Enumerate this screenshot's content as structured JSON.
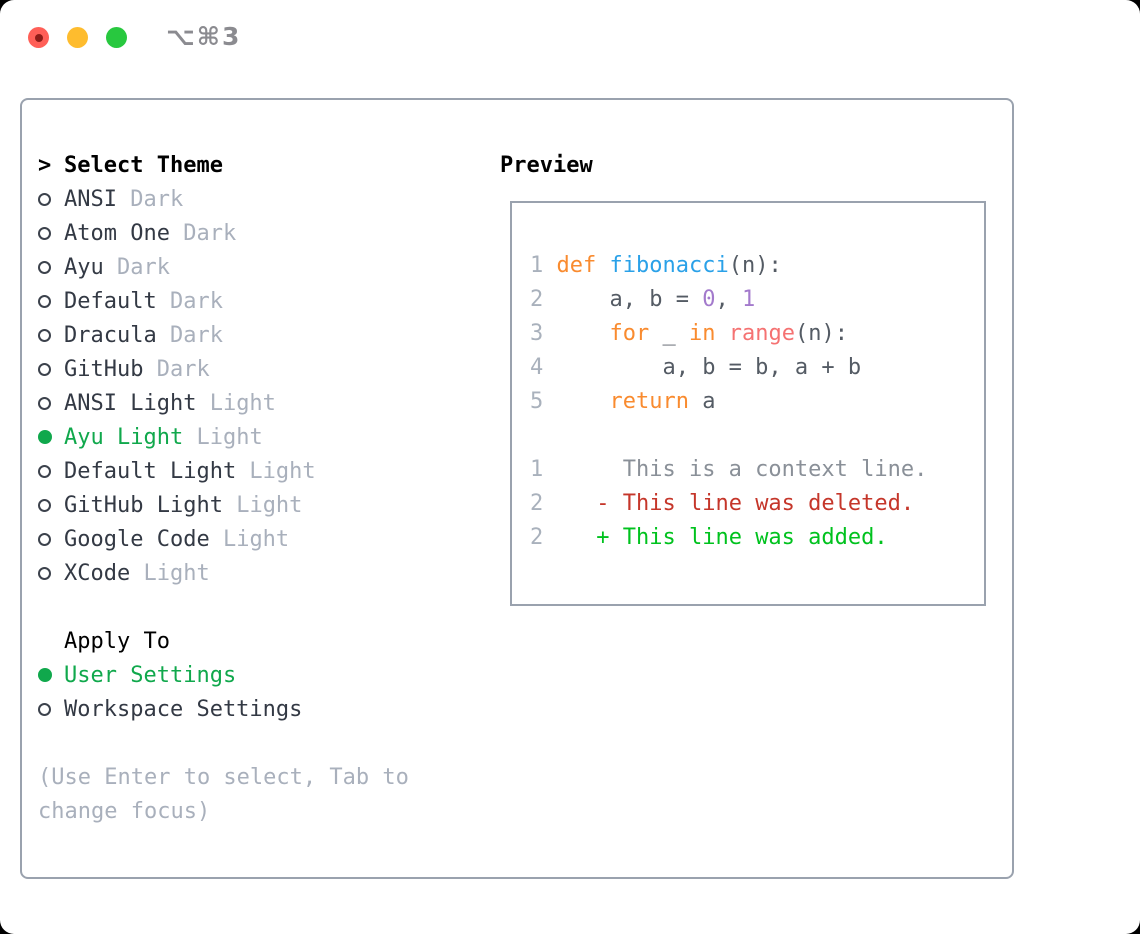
{
  "window": {
    "title": "⌥⌘3"
  },
  "titlebar": {
    "lights": [
      {
        "name": "close",
        "color": "#ff5f57",
        "dot": "#8e1d18"
      },
      {
        "name": "minimize",
        "color": "#febc2e",
        "dot": null
      },
      {
        "name": "zoom",
        "color": "#28c83f",
        "dot": null
      }
    ],
    "title_color": "#8b8b90"
  },
  "left_panel": {
    "header": {
      "cursor": ">",
      "label": "Select Theme"
    },
    "themes": [
      {
        "name": "ANSI",
        "variant": "Dark",
        "selected": false
      },
      {
        "name": "Atom One",
        "variant": "Dark",
        "selected": false
      },
      {
        "name": "Ayu",
        "variant": "Dark",
        "selected": false
      },
      {
        "name": "Default",
        "variant": "Dark",
        "selected": false
      },
      {
        "name": "Dracula",
        "variant": "Dark",
        "selected": false
      },
      {
        "name": "GitHub",
        "variant": "Dark",
        "selected": false
      },
      {
        "name": "ANSI Light",
        "variant": "Light",
        "selected": false
      },
      {
        "name": "Ayu Light",
        "variant": "Light",
        "selected": true
      },
      {
        "name": "Default Light",
        "variant": "Light",
        "selected": false
      },
      {
        "name": "GitHub Light",
        "variant": "Light",
        "selected": false
      },
      {
        "name": "Google Code",
        "variant": "Light",
        "selected": false
      },
      {
        "name": "XCode",
        "variant": "Light",
        "selected": false
      }
    ],
    "apply_to": {
      "label": "Apply To",
      "options": [
        {
          "name": "User Settings",
          "selected": true
        },
        {
          "name": "Workspace Settings",
          "selected": false
        }
      ]
    },
    "hint_lines": [
      "(Use Enter to select, Tab to",
      "change focus)"
    ]
  },
  "preview": {
    "label": "Preview",
    "code_lines": [
      {
        "segments": [
          {
            "t": "1 ",
            "c": "lineno"
          },
          {
            "t": "def",
            "c": "keyword"
          },
          {
            "t": " ",
            "c": "default"
          },
          {
            "t": "fibonacci",
            "c": "function"
          },
          {
            "t": "(n):",
            "c": "default"
          }
        ]
      },
      {
        "segments": [
          {
            "t": "2 ",
            "c": "lineno"
          },
          {
            "t": "    a, b = ",
            "c": "default"
          },
          {
            "t": "0",
            "c": "number"
          },
          {
            "t": ", ",
            "c": "default"
          },
          {
            "t": "1",
            "c": "number"
          }
        ]
      },
      {
        "segments": [
          {
            "t": "3 ",
            "c": "lineno"
          },
          {
            "t": "    ",
            "c": "default"
          },
          {
            "t": "for",
            "c": "keyword"
          },
          {
            "t": " _ ",
            "c": "default"
          },
          {
            "t": "in",
            "c": "keyword"
          },
          {
            "t": " ",
            "c": "default"
          },
          {
            "t": "range",
            "c": "builtin"
          },
          {
            "t": "(n):",
            "c": "default"
          }
        ]
      },
      {
        "segments": [
          {
            "t": "4 ",
            "c": "lineno"
          },
          {
            "t": "        a, b = b, a + b",
            "c": "default"
          }
        ]
      },
      {
        "segments": [
          {
            "t": "5 ",
            "c": "lineno"
          },
          {
            "t": "    ",
            "c": "default"
          },
          {
            "t": "return",
            "c": "keyword"
          },
          {
            "t": " a",
            "c": "default"
          }
        ]
      },
      {
        "segments": []
      },
      {
        "segments": [
          {
            "t": "1 ",
            "c": "lineno"
          },
          {
            "t": "     This is a context line.",
            "c": "context"
          }
        ]
      },
      {
        "segments": [
          {
            "t": "2 ",
            "c": "lineno"
          },
          {
            "t": "   ",
            "c": "default"
          },
          {
            "t": "- This line was deleted.",
            "c": "deleted"
          }
        ]
      },
      {
        "segments": [
          {
            "t": "2 ",
            "c": "lineno"
          },
          {
            "t": "   ",
            "c": "default"
          },
          {
            "t": "+ This line was added.",
            "c": "added"
          }
        ]
      }
    ]
  },
  "colors": {
    "panel_border": "#9aa2ae",
    "header_text": "#000000",
    "item_text": "#333944",
    "muted_text": "#a9b0bc",
    "selected_green": "#10a84c",
    "radio_outline": "#3c424c",
    "lineno": "#a9b1bc",
    "default": "#545b64",
    "keyword": "#f98b2f",
    "function": "#2aa1e8",
    "number": "#a37acc",
    "builtin": "#f57272",
    "context": "#8a9098",
    "deleted": "#c5362a",
    "added": "#00c21e"
  }
}
